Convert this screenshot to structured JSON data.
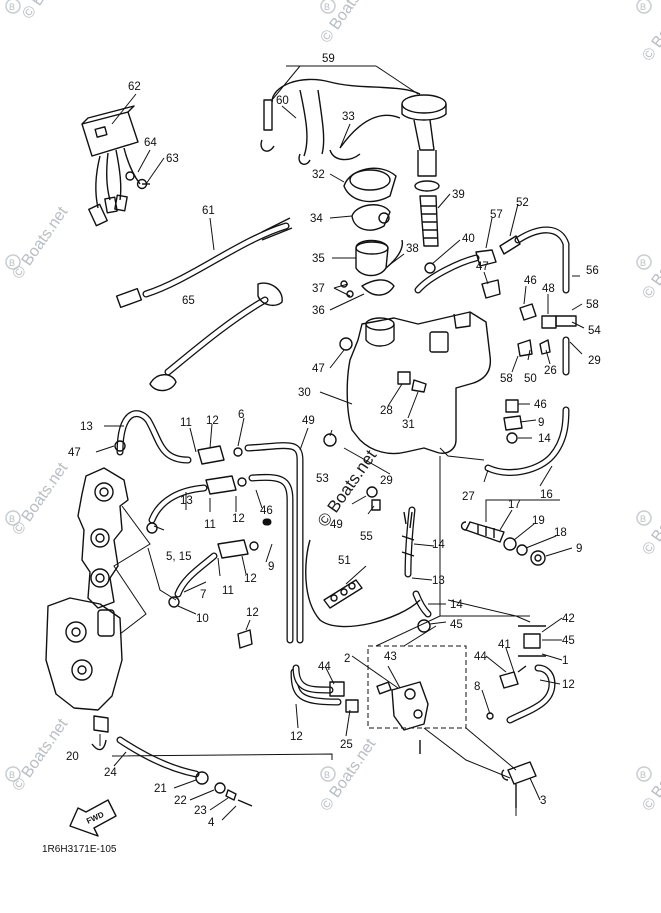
{
  "diagram": {
    "part_code": "1R6H3171E-105",
    "fwd_label": "FWD",
    "watermark": {
      "brand": "© Boats.net"
    },
    "callouts": [
      "59",
      "60",
      "62",
      "33",
      "64",
      "63",
      "32",
      "39",
      "52",
      "57",
      "34",
      "61",
      "40",
      "56",
      "38",
      "35",
      "47",
      "46",
      "48",
      "58",
      "37",
      "65",
      "54",
      "36",
      "29",
      "47",
      "50",
      "58",
      "26",
      "30",
      "46",
      "28",
      "9",
      "13",
      "11",
      "12",
      "6",
      "49",
      "31",
      "14",
      "47",
      "53",
      "29",
      "27",
      "16",
      "17",
      "19",
      "18",
      "9",
      "13",
      "11",
      "12",
      "46",
      "49",
      "55",
      "14",
      "5, 15",
      "51",
      "13",
      "11",
      "12",
      "9",
      "7",
      "14",
      "10",
      "12",
      "45",
      "42",
      "45",
      "1",
      "2",
      "43",
      "44",
      "41",
      "12",
      "44",
      "8",
      "12",
      "25",
      "20",
      "24",
      "21",
      "22",
      "23",
      "4",
      "3"
    ]
  }
}
